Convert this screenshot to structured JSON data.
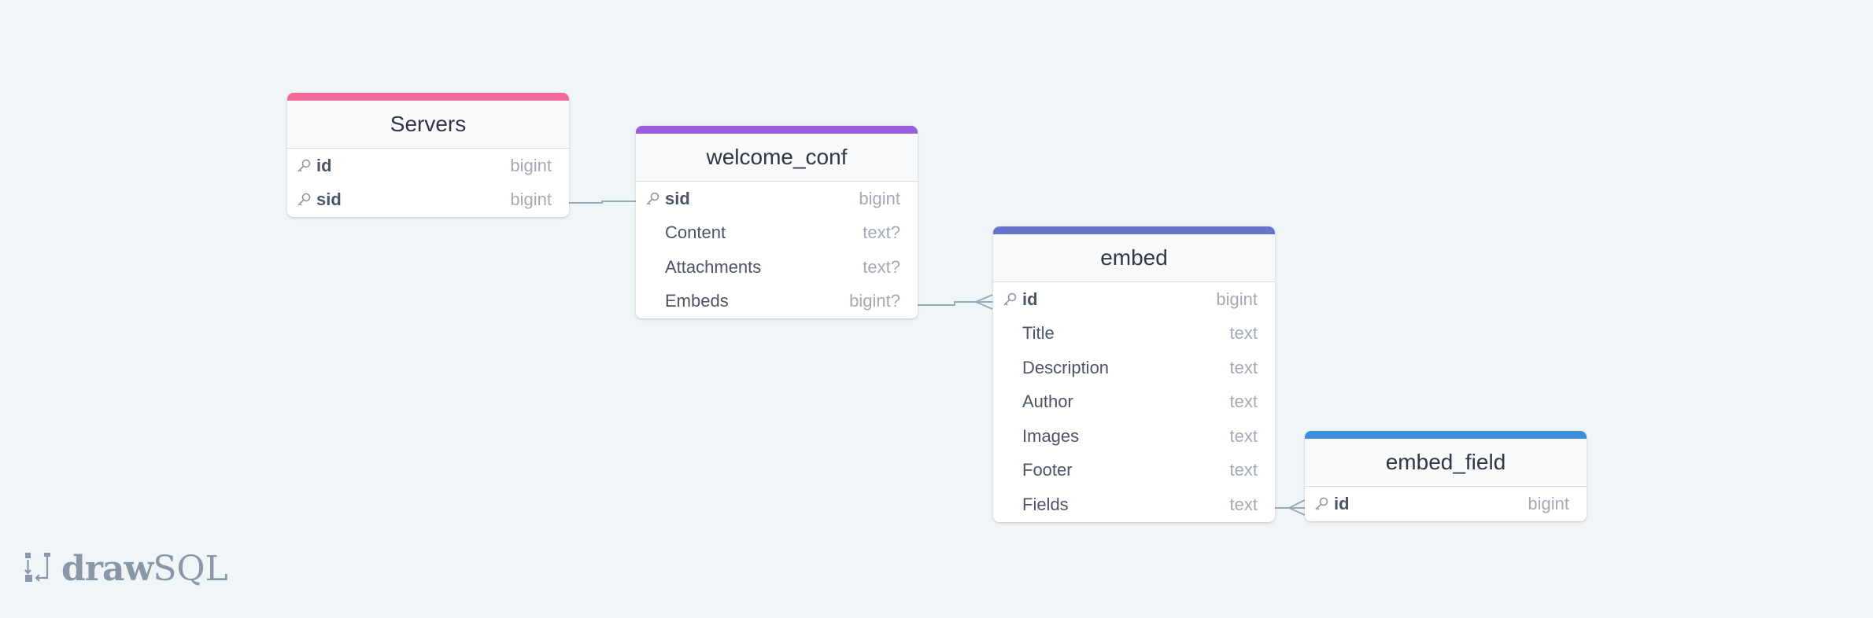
{
  "app": {
    "logo_draw": "draw",
    "logo_sql": "SQL"
  },
  "colors": {
    "background": "#f0f5f8",
    "servers_accent": "#f06895",
    "welcome_conf_accent": "#9a5cdd",
    "embed_accent": "#6874cc",
    "embed_field_accent": "#3d8fdc",
    "connector": "#9aa7b6"
  },
  "tables": {
    "servers": {
      "name": "Servers",
      "columns": [
        {
          "name": "id",
          "type": "bigint",
          "key": "key-icon"
        },
        {
          "name": "sid",
          "type": "bigint",
          "key": "key-icon"
        }
      ]
    },
    "welcome_conf": {
      "name": "welcome_conf",
      "columns": [
        {
          "name": "sid",
          "type": "bigint",
          "key": "key-icon"
        },
        {
          "name": "Content",
          "type": "text?"
        },
        {
          "name": "Attachments",
          "type": "text?"
        },
        {
          "name": "Embeds",
          "type": "bigint?"
        }
      ]
    },
    "embed": {
      "name": "embed",
      "columns": [
        {
          "name": "id",
          "type": "bigint",
          "key": "key-icon"
        },
        {
          "name": "Title",
          "type": "text"
        },
        {
          "name": "Description",
          "type": "text"
        },
        {
          "name": "Author",
          "type": "text"
        },
        {
          "name": "Images",
          "type": "text"
        },
        {
          "name": "Footer",
          "type": "text"
        },
        {
          "name": "Fields",
          "type": "text"
        }
      ]
    },
    "embed_field": {
      "name": "embed_field",
      "columns": [
        {
          "name": "id",
          "type": "bigint",
          "key": "key-icon"
        }
      ]
    }
  },
  "relationships": [
    {
      "from": "Servers.sid",
      "to": "welcome_conf.sid",
      "type": "one-to-one"
    },
    {
      "from": "welcome_conf.Embeds",
      "to": "embed.id",
      "type": "one-to-many"
    },
    {
      "from": "embed.Fields",
      "to": "embed_field.id",
      "type": "one-to-many"
    }
  ]
}
